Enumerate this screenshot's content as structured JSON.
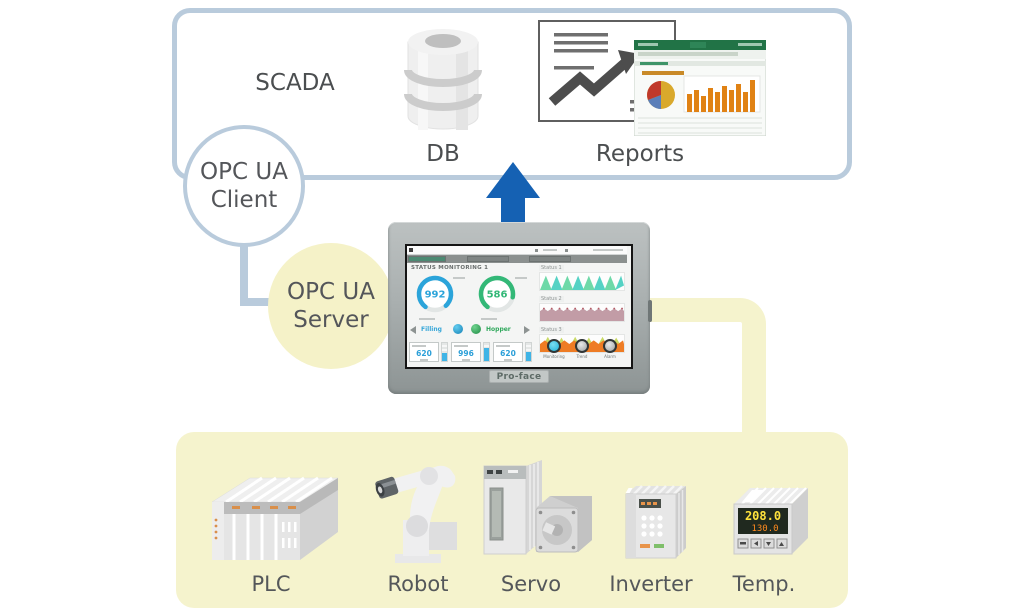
{
  "diagram": {
    "scada_label": "SCADA",
    "db_label": "DB",
    "reports_label": "Reports",
    "opc_ua_client": {
      "line1": "OPC UA",
      "line2": "Client"
    },
    "opc_ua_server": {
      "line1": "OPC UA",
      "line2": "Server"
    }
  },
  "hmi": {
    "brand": "Pro-face",
    "screen": {
      "title": "STATUS MONITORING 1",
      "gauges": [
        {
          "value": "992"
        },
        {
          "value": "586"
        }
      ],
      "process_labels": {
        "left": "Filling",
        "right": "Hopper"
      },
      "stat_cards": [
        {
          "value": "620"
        },
        {
          "value": "996"
        },
        {
          "value": "620"
        }
      ],
      "trend_labels": [
        "Status 1",
        "Status 2",
        "Status 3"
      ],
      "nav_buttons": [
        {
          "label": "Monitoring"
        },
        {
          "label": "Trend"
        },
        {
          "label": "Alarm"
        }
      ]
    }
  },
  "devices": [
    {
      "label": "PLC"
    },
    {
      "label": "Robot"
    },
    {
      "label": "Servo"
    },
    {
      "label": "Inverter"
    },
    {
      "label": "Temp."
    }
  ],
  "temp_controller": {
    "display_main": "208.0",
    "display_sub": "130.0"
  },
  "colors": {
    "box_border_blue": "#b9cbdc",
    "pale_yellow": "#f5f3cd",
    "arrow_blue": "#1561b3",
    "gauge_blue": "#2ba4da",
    "gauge_green": "#33b877",
    "excel_green": "#217346",
    "chart_orange": "#ee7c24",
    "chart_mauve": "#c29ca6",
    "chart_mint": "#6ed9a8",
    "chart_teal": "#55d2c4"
  }
}
